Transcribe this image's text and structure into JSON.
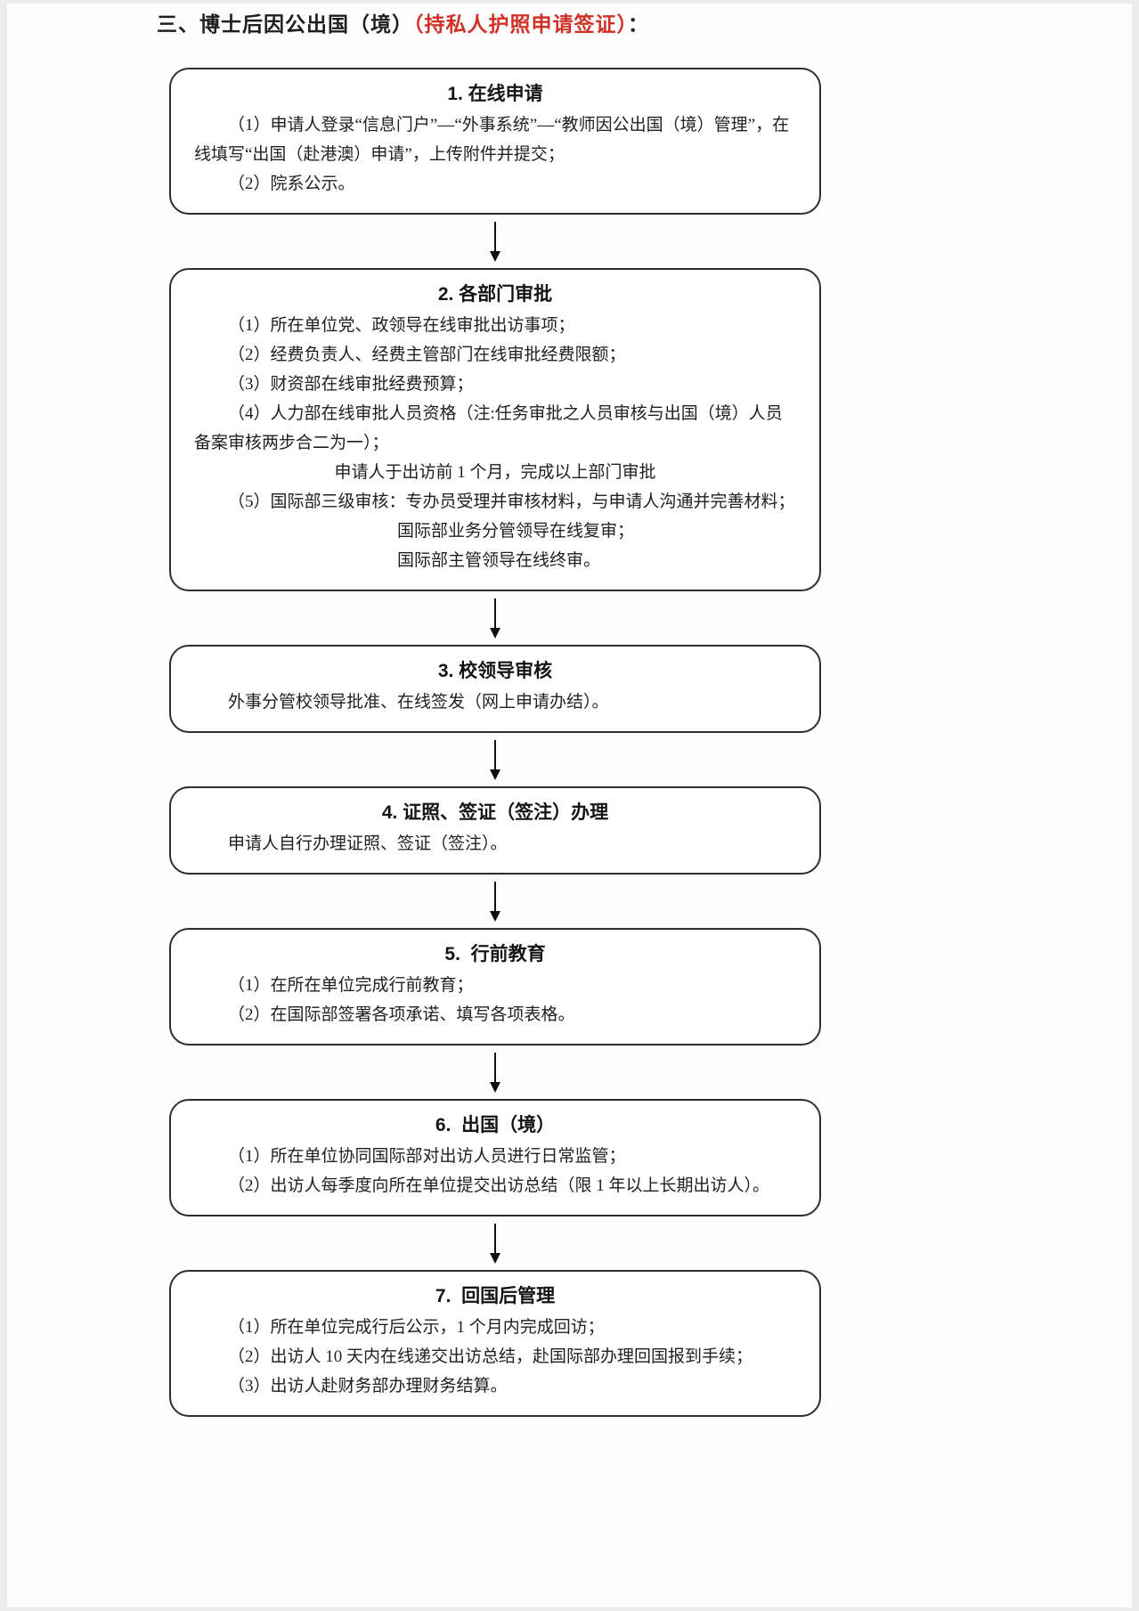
{
  "colors": {
    "accent_red": "#cf3126",
    "text": "#1f1f1f",
    "box_border": "#2e2e2e",
    "page_bg": "#fdfdfd",
    "frame_bg": "#ececec"
  },
  "doc_title": {
    "prefix": "三、博士后因公出国（境）",
    "highlight": "（持私人护照申请签证）",
    "suffix": "："
  },
  "flowchart": {
    "connector": "down-arrow",
    "boxes": [
      {
        "id": 1,
        "title": "1. 在线申请",
        "lines": [
          {
            "style": "para",
            "text": "（1）申请人登录“信息门户”—“外事系统”—“教师因公出国（境）管理”，在线填写“出国（赴港澳）申请”，上传附件并提交；"
          },
          {
            "style": "para",
            "text": "（2）院系公示。"
          }
        ]
      },
      {
        "id": 2,
        "title": "2. 各部门审批",
        "lines": [
          {
            "style": "para",
            "text": "（1）所在单位党、政领导在线审批出访事项；"
          },
          {
            "style": "para",
            "text": "（2）经费负责人、经费主管部门在线审批经费限额；"
          },
          {
            "style": "para",
            "text": "（3）财资部在线审批经费预算；"
          },
          {
            "style": "para",
            "text": "（4）人力部在线审批人员资格（注:任务审批之人员审核与出国（境）人员备案审核两步合二为一）；"
          },
          {
            "style": "center",
            "text": "申请人于出访前 1 个月，完成以上部门审批"
          },
          {
            "style": "para",
            "text": "（5）国际部三级审核：专办员受理并审核材料，与申请人沟通并完善材料；"
          },
          {
            "style": "deep",
            "text": "国际部业务分管领导在线复审；"
          },
          {
            "style": "deep",
            "text": "国际部主管领导在线终审。"
          }
        ]
      },
      {
        "id": 3,
        "title": "3. 校领导审核",
        "lines": [
          {
            "style": "para",
            "text": "外事分管校领导批准、在线签发（网上申请办结）。"
          }
        ]
      },
      {
        "id": 4,
        "title": "4. 证照、签证（签注）办理",
        "lines": [
          {
            "style": "para",
            "text": "申请人自行办理证照、签证（签注）。"
          }
        ]
      },
      {
        "id": 5,
        "title": "5.  行前教育",
        "lines": [
          {
            "style": "para",
            "text": "（1）在所在单位完成行前教育；"
          },
          {
            "style": "para",
            "text": "（2）在国际部签署各项承诺、填写各项表格。"
          }
        ]
      },
      {
        "id": 6,
        "title": "6.  出国（境）",
        "lines": [
          {
            "style": "para",
            "text": "（1）所在单位协同国际部对出访人员进行日常监管；"
          },
          {
            "style": "para",
            "text": "（2）出访人每季度向所在单位提交出访总结（限 1 年以上长期出访人）。"
          }
        ]
      },
      {
        "id": 7,
        "title": "7.  回国后管理",
        "lines": [
          {
            "style": "para",
            "text": "（1）所在单位完成行后公示，1 个月内完成回访；"
          },
          {
            "style": "para",
            "text": "（2）出访人 10 天内在线递交出访总结，赴国际部办理回国报到手续；"
          },
          {
            "style": "para",
            "text": "（3）出访人赴财务部办理财务结算。"
          }
        ]
      }
    ]
  }
}
